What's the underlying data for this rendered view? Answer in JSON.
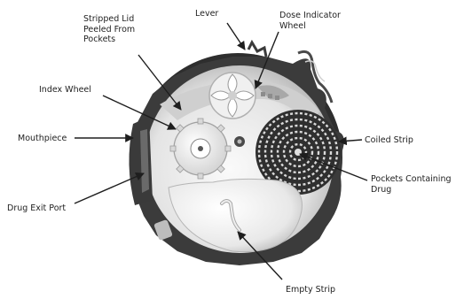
{
  "labels": {
    "lever": "Lever",
    "dose_indicator_wheel": "Dose Indicator\nWheel",
    "stripped_lid": "Stripped Lid\nPeeled From\nPockets",
    "index_wheel": "Index Wheel",
    "mouthpiece": "Mouthpiece",
    "coiled_strip": "Coiled Strip",
    "pockets_containing_drug": "Pockets Containing\nDrug",
    "drug_exit_port": "Drug Exit Port",
    "empty_strip": "Empty Strip"
  },
  "colors": {
    "ink": "#1e1e1e",
    "shell": "#3a3a3a",
    "housing": "#e6e6e6",
    "part_light": "#f6f6f6",
    "part_mid": "#bdbdbd",
    "part_dark": "#4a4a4a"
  }
}
